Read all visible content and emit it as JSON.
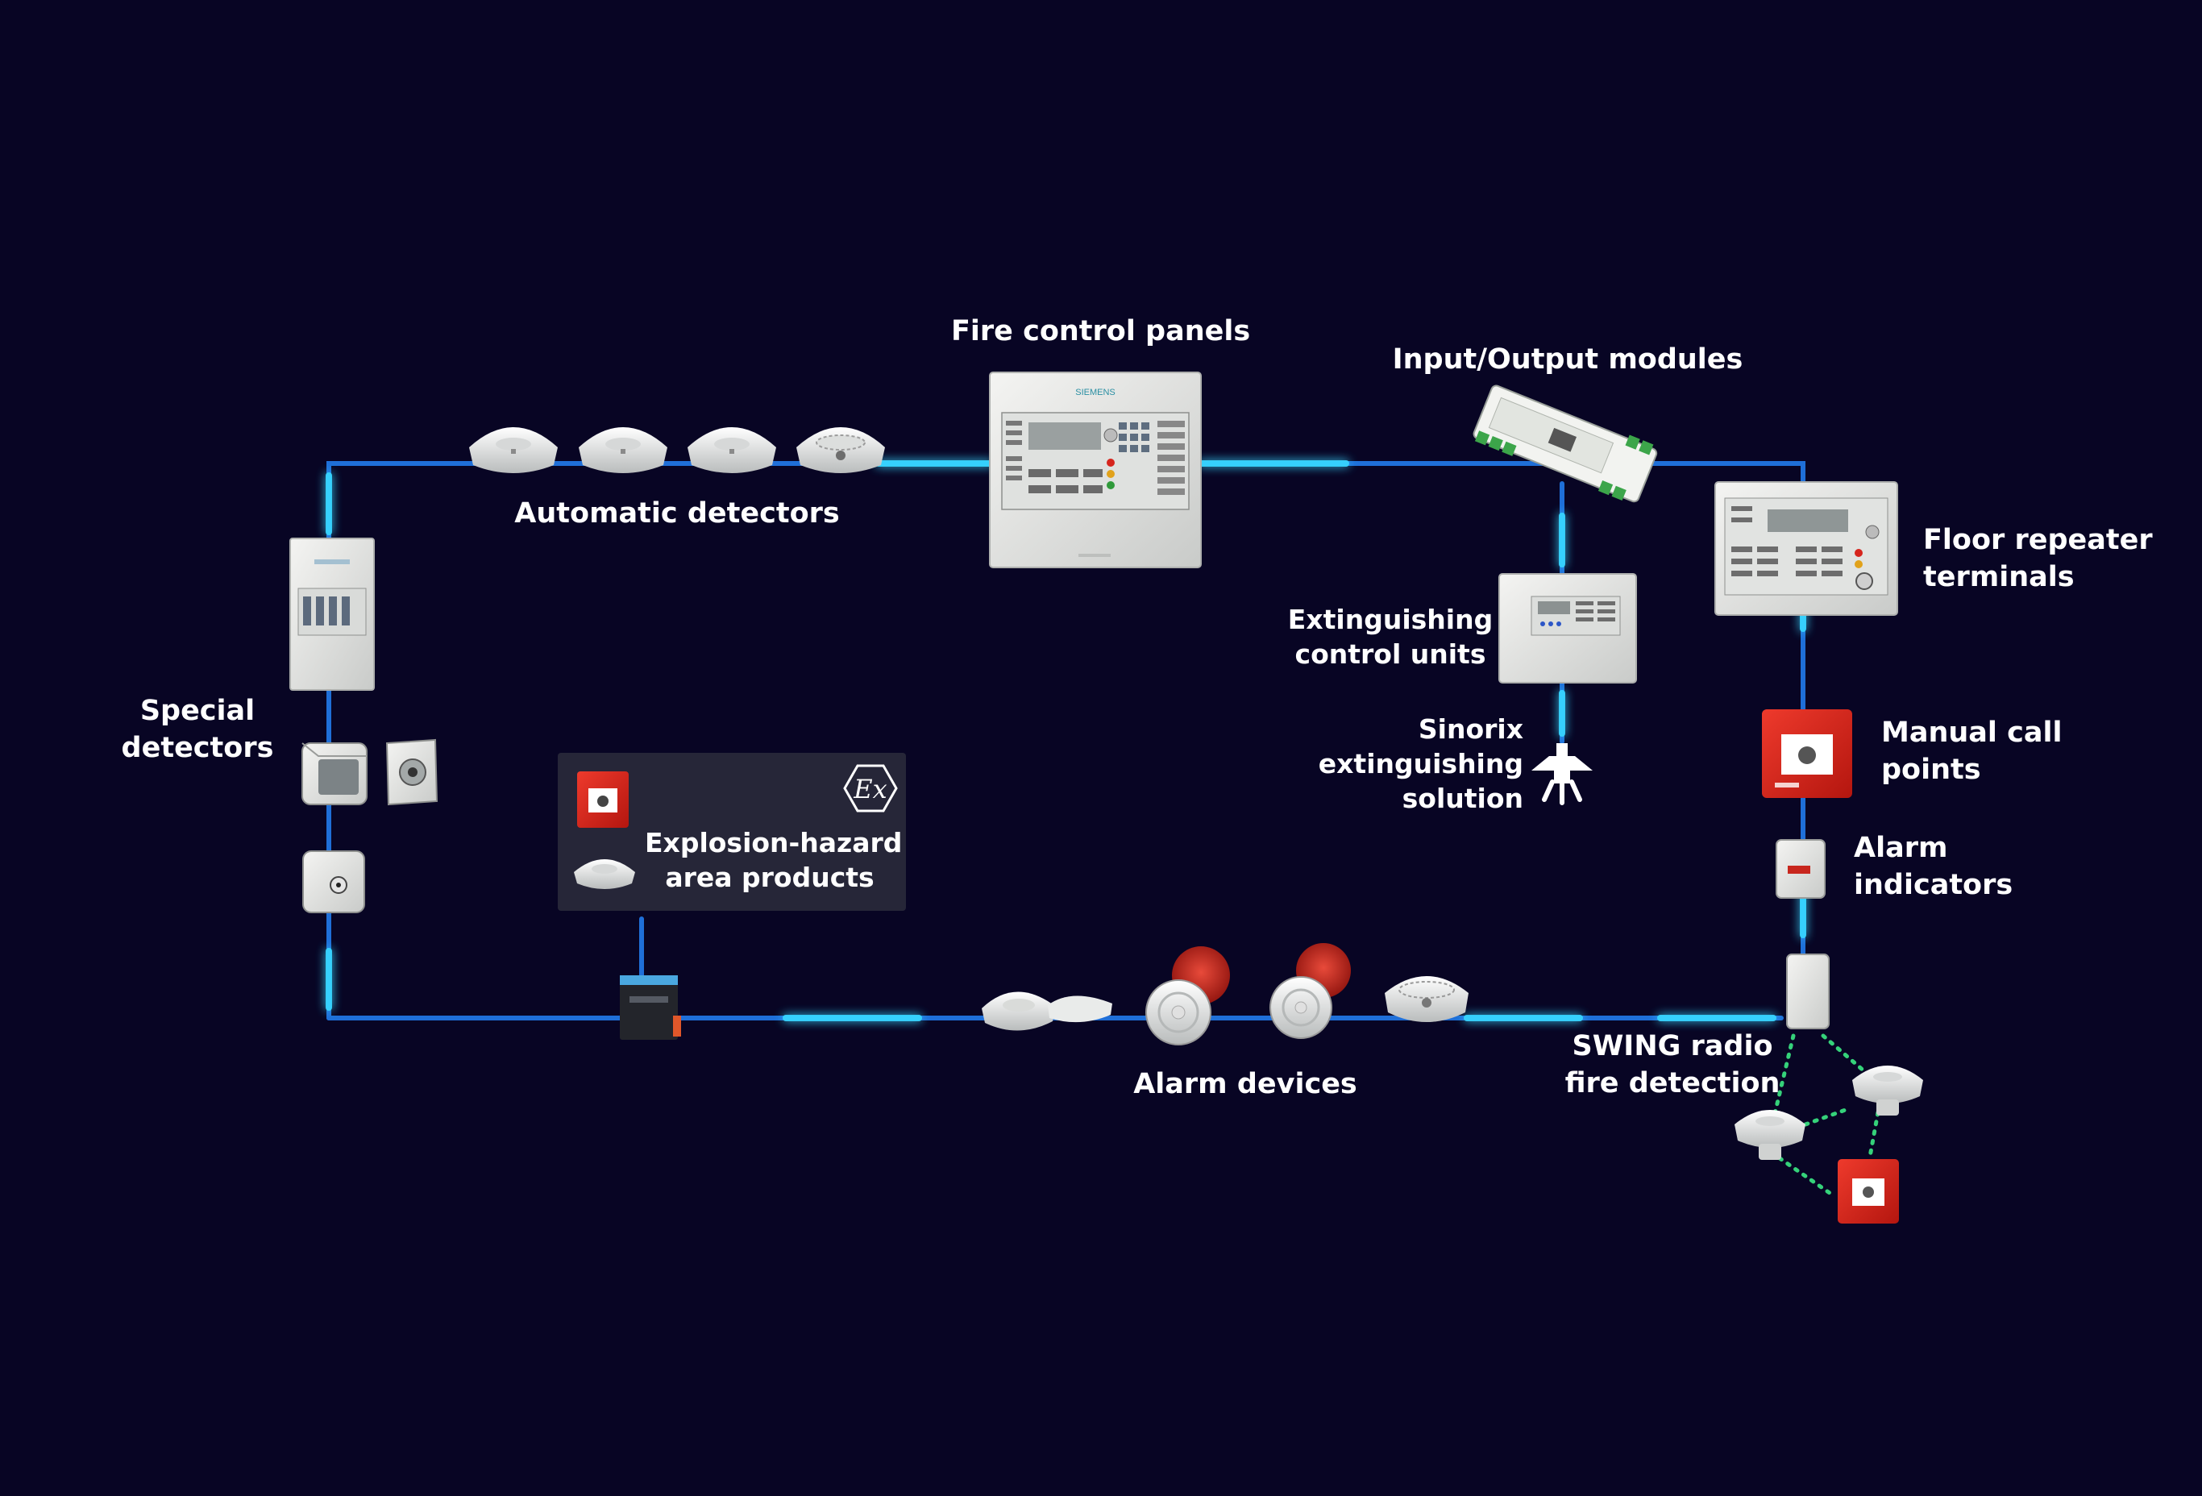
{
  "labels": {
    "fire_control_panels": "Fire control panels",
    "io_modules": "Input/Output modules",
    "automatic_detectors": "Automatic detectors",
    "floor_repeater": [
      "Floor repeater",
      "terminals"
    ],
    "extinguishing_control": [
      "Extinguishing",
      "control units"
    ],
    "sinorix": [
      "Sinorix",
      "extinguishing",
      "solution"
    ],
    "special_detectors": [
      "Special",
      "detectors"
    ],
    "manual_call_points": [
      "Manual call",
      "points"
    ],
    "alarm_indicators": [
      "Alarm",
      "indicators"
    ],
    "explosion_hazard": [
      "Explosion-hazard",
      "area products"
    ],
    "alarm_devices": "Alarm devices",
    "swing_radio": [
      "SWING radio",
      "fire detection"
    ]
  },
  "icons": {
    "ex_symbol": "Ex",
    "panel_brand": "SIEMENS"
  },
  "colors": {
    "background": "#080524",
    "loop_line": "#1f6fd8",
    "loop_glow": "#37d6ff",
    "radio_link": "#35d27a",
    "device_red": "#d6251d",
    "device_white": "#eef0ef",
    "ex_box": "#262638"
  }
}
